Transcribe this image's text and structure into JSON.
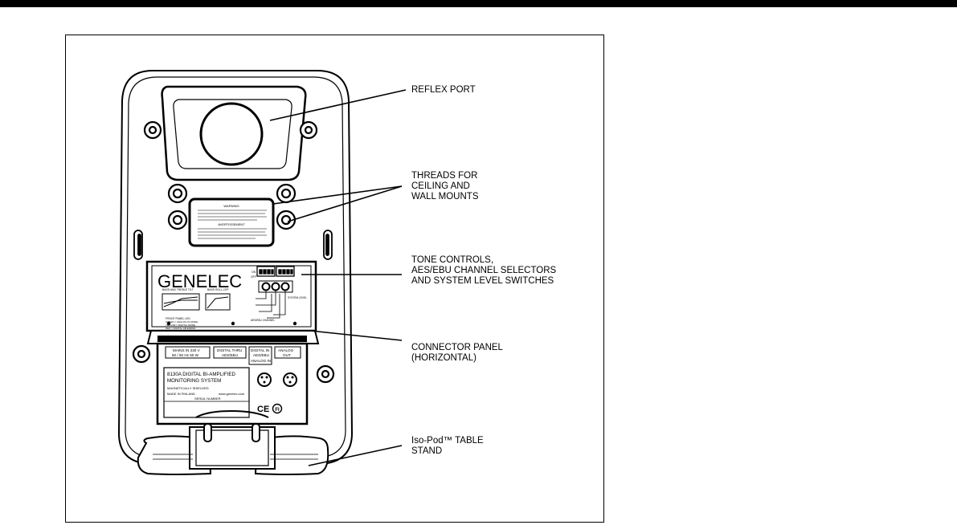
{
  "figure": {
    "callouts": [
      {
        "id": "reflex_port",
        "lines": [
          "REFLEX PORT"
        ]
      },
      {
        "id": "threads",
        "lines": [
          "THREADS FOR",
          "CEILING AND",
          "WALL MOUNTS"
        ]
      },
      {
        "id": "tone_controls",
        "lines": [
          "TONE CONTROLS,",
          "AES/EBU CHANNEL SELECTORS",
          "AND SYSTEM LEVEL SWITCHES"
        ]
      },
      {
        "id": "connector_panel",
        "lines": [
          "CONNECTOR PANEL",
          "(HORIZONTAL)"
        ]
      },
      {
        "id": "iso_pod",
        "lines": [
          "Iso-Pod™ TABLE",
          "STAND"
        ]
      }
    ],
    "device": {
      "brand": "GENELEC",
      "warning_title": "WARNING",
      "warning_title_fr": "AVERTISSEMENT",
      "panel_labels": {
        "bass_treble_tilt": "BASS AND TREBLE TILT",
        "bass_roll_off": "BASS ROLL-OFF",
        "front_panel_led": "FRONT PANEL LED",
        "led_green": "GREEN = ANALOG IN MODE",
        "led_yellow": "YELLOW = DIGITAL MODE",
        "led_red": "RED = DIGITAL AB ERROR",
        "aes_channel": "AES/EBU CHANNEL",
        "system_level": "SYSTEM LEVEL",
        "on": "ON",
        "off": "OFF"
      },
      "connector_labels": {
        "mains": "MAINS IN 230 V",
        "mains_spec": "50 / 60 Hz  60 W",
        "digital_thru": "DIGITAL THRU",
        "digital_thru_sub": "AES/EBU",
        "digital_in": "DIGITAL IN",
        "digital_in_sub": "AES/EBU",
        "analog_in": "ANALOG IN",
        "analog_out": "ANALOG",
        "analog_out_sub": "OUT"
      },
      "nameplate": {
        "model": "8130A DIGITAL BI-AMPLIFIED",
        "model2": "MONITORING SYSTEM",
        "shielded": "MAGNETICALLY SHIELDED",
        "made_in": "MADE IN FINLAND",
        "web": "www.genelec.com",
        "serial": "SERIAL NUMBER",
        "ce": "CE",
        "fi": "FI"
      }
    }
  }
}
